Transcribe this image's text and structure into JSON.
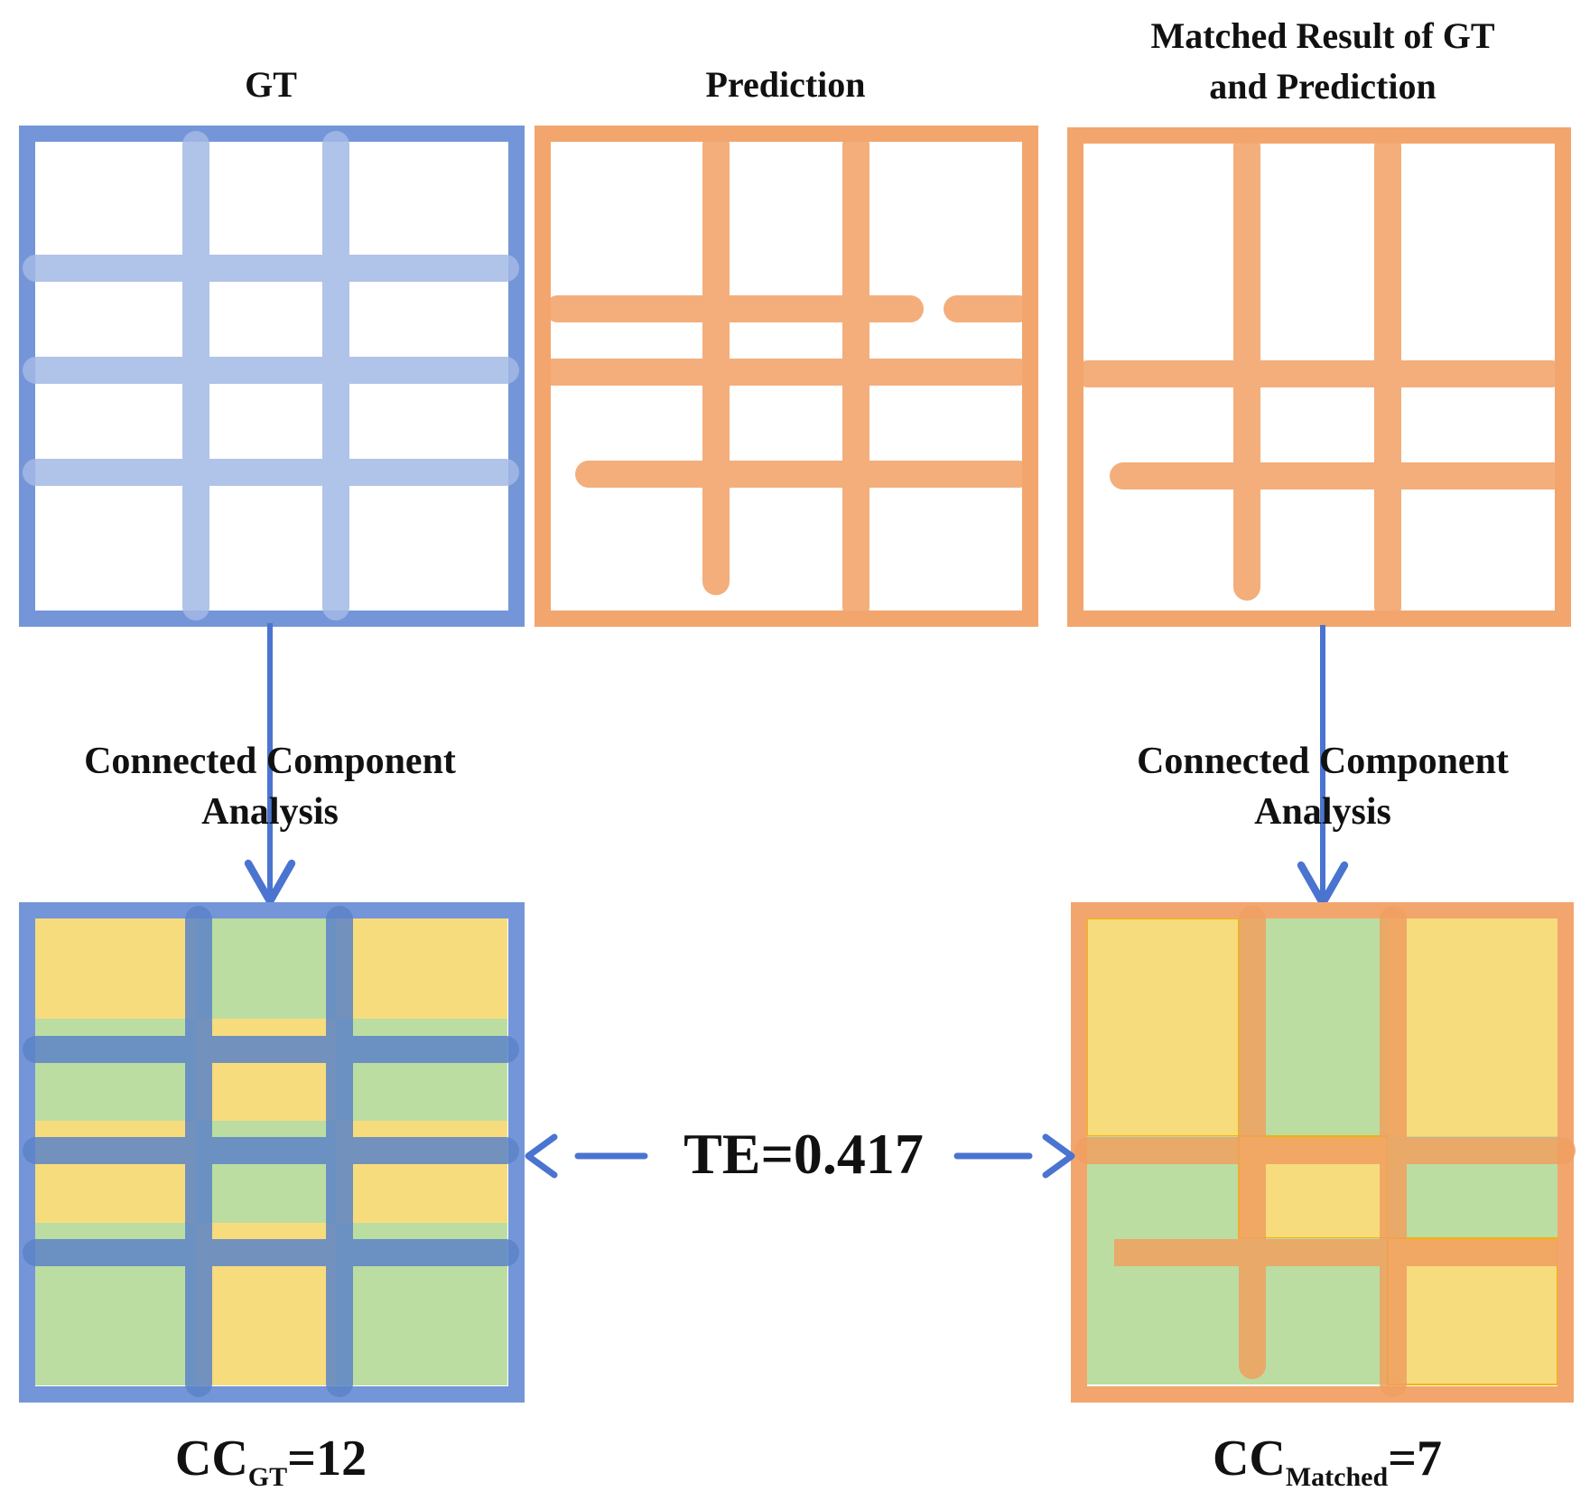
{
  "panels": {
    "gt_title": "GT",
    "prediction_title": "Prediction",
    "matched_title_line1": "Matched Result of GT",
    "matched_title_line2": "and Prediction"
  },
  "steps": {
    "left_line1": "Connected Component",
    "left_line2": "Analysis",
    "right_line1": "Connected Component",
    "right_line2": "Analysis"
  },
  "metrics": {
    "te_label": "TE=0.417",
    "cc_gt_base": "CC",
    "cc_gt_sub": "GT",
    "cc_gt_value": "=12",
    "cc_matched_base": "CC",
    "cc_matched_sub": "Matched",
    "cc_matched_value": "=7"
  },
  "colors": {
    "gt_blue": "#7496d8",
    "gt_blue_light": "#a3b9e6",
    "pred_orange": "#f2a66e",
    "cell_yellow": "#f7dc7e",
    "cell_green": "#bbdda2",
    "arrow_blue": "#4a74d0"
  }
}
